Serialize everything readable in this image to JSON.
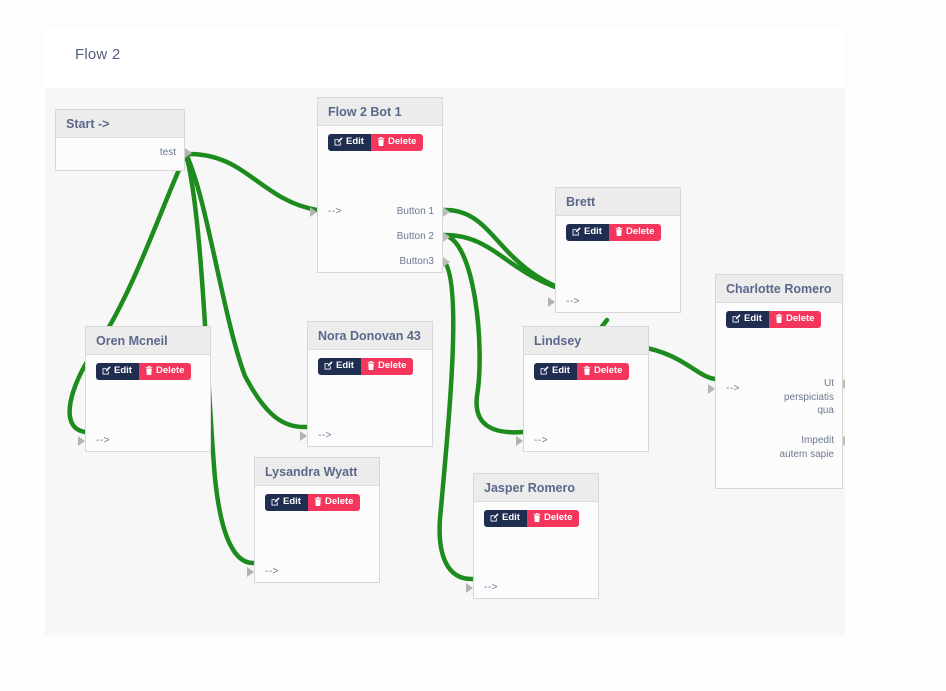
{
  "header": {
    "title": "Flow 2"
  },
  "buttons": {
    "edit_label": "Edit",
    "delete_label": "Delete",
    "edit_icon": "pencil-square-icon",
    "delete_icon": "trash-icon",
    "edit_color": "#1f2d50",
    "delete_color": "#f5365c"
  },
  "colors": {
    "canvas_background": "#f7f7f7",
    "page_background": "#fdfdfb",
    "edge": "#1d8b1d",
    "node_header": "#ececec",
    "node_body": "#fcfcfc",
    "node_border": "#d8d8d8",
    "title_text": "#5b688a",
    "port_text": "#6d7894"
  },
  "nodes": [
    {
      "id": "start",
      "title": "Start ->",
      "has_buttons": false,
      "inputs": [],
      "outputs": [
        "test"
      ]
    },
    {
      "id": "flow-2-bot-1",
      "title": "Flow 2 Bot 1",
      "has_buttons": true,
      "inputs": [
        "-->"
      ],
      "outputs": [
        "Button 1",
        "Button 2",
        "Button3"
      ]
    },
    {
      "id": "oren-mcneil",
      "title": "Oren Mcneil",
      "has_buttons": true,
      "inputs": [
        "-->"
      ],
      "outputs": []
    },
    {
      "id": "nora-donovan-43",
      "title": "Nora Donovan 43",
      "has_buttons": true,
      "inputs": [
        "-->"
      ],
      "outputs": []
    },
    {
      "id": "lysandra-wyatt",
      "title": "Lysandra Wyatt",
      "has_buttons": true,
      "inputs": [
        "-->"
      ],
      "outputs": []
    },
    {
      "id": "brett",
      "title": "Brett",
      "has_buttons": true,
      "inputs": [
        "-->"
      ],
      "outputs": []
    },
    {
      "id": "lindsey",
      "title": "Lindsey",
      "has_buttons": true,
      "inputs": [
        "-->"
      ],
      "outputs": []
    },
    {
      "id": "jasper-romero",
      "title": "Jasper Romero",
      "has_buttons": true,
      "inputs": [
        "-->"
      ],
      "outputs": []
    },
    {
      "id": "charlotte-romero",
      "title": "Charlotte Romero",
      "has_buttons": true,
      "inputs": [
        "-->"
      ],
      "outputs": [
        "Ut perspiciatis qua",
        "Impedit autem sapie"
      ]
    }
  ]
}
